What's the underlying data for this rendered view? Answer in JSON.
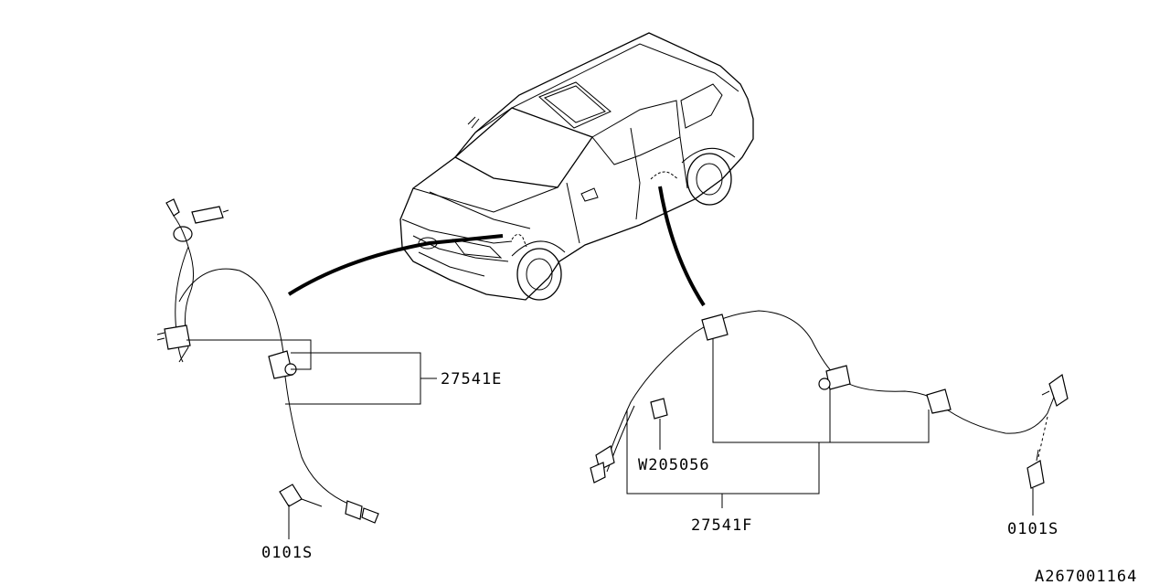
{
  "diagram": {
    "callouts": {
      "front_sensor_harness": "27541E",
      "rear_sensor_harness": "27541F",
      "front_bolt": "0101S",
      "rear_bolt": "0101S",
      "clip": "W205056"
    },
    "drawing_number": "A267001164"
  }
}
